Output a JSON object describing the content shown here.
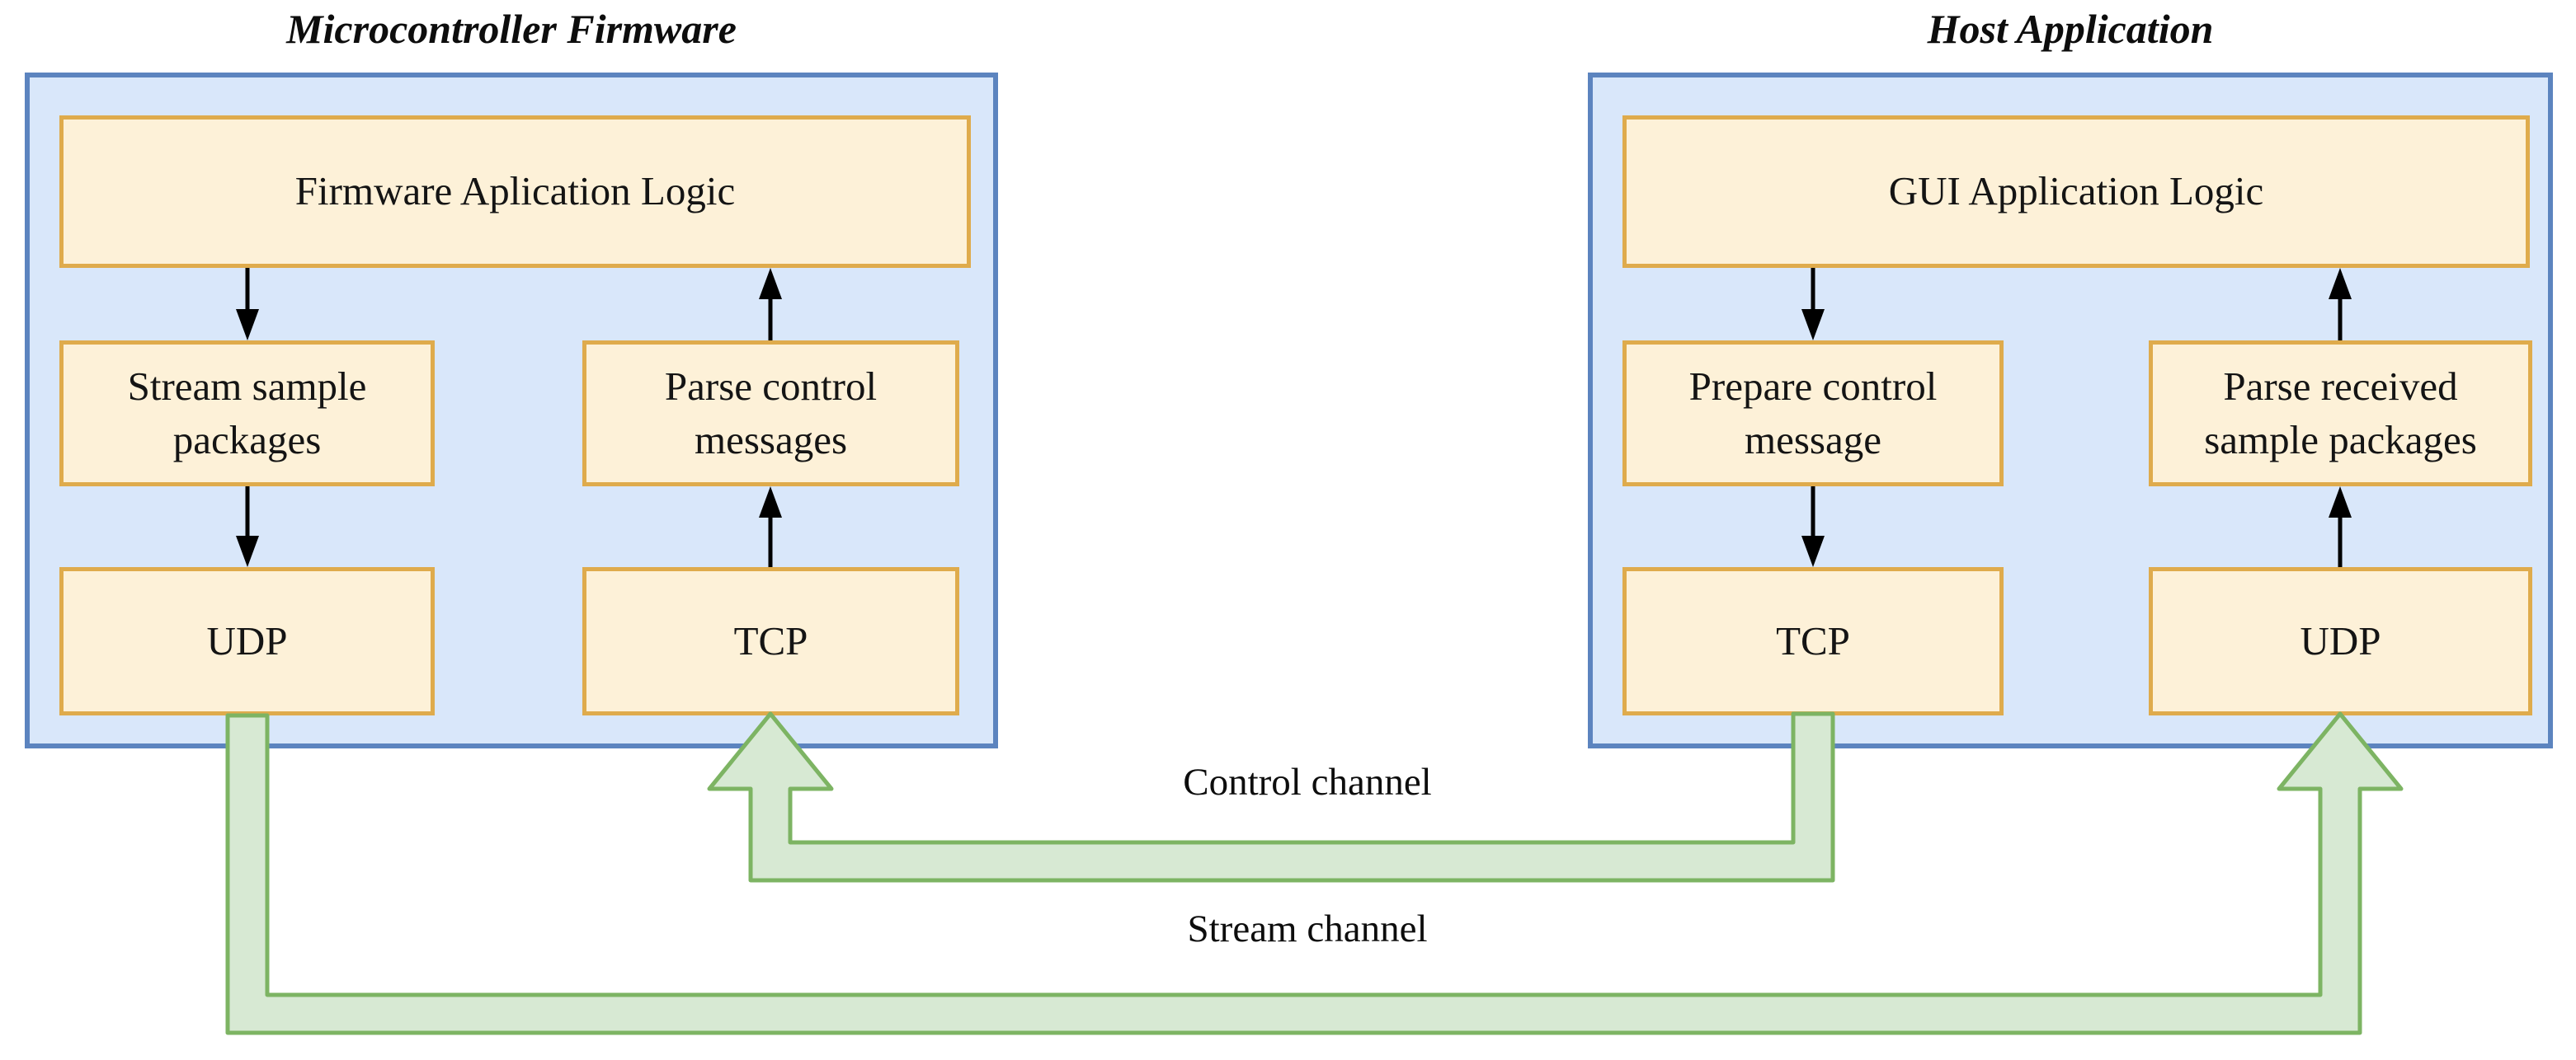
{
  "colors": {
    "background": "#ffffff",
    "container_fill": "#d9e7fa",
    "container_border": "#5c84bf",
    "node_fill": "#fdf1d8",
    "node_border": "#dfab4c",
    "channel_fill": "#d7e9d3",
    "channel_border": "#7db463",
    "black_arrow": "#000000",
    "text": "#141414"
  },
  "left_group": {
    "title": "Microcontroller Firmware",
    "app_logic": "Firmware Aplication Logic",
    "stream_box": "Stream sample packages",
    "parse_box": "Parse control messages",
    "udp": "UDP",
    "tcp": "TCP"
  },
  "right_group": {
    "title": "Host Application",
    "app_logic": "GUI Application Logic",
    "prepare_box": "Prepare control message",
    "parse_box": "Parse received sample packages",
    "tcp": "TCP",
    "udp": "UDP"
  },
  "channels": {
    "control": "Control channel",
    "stream": "Stream channel"
  }
}
